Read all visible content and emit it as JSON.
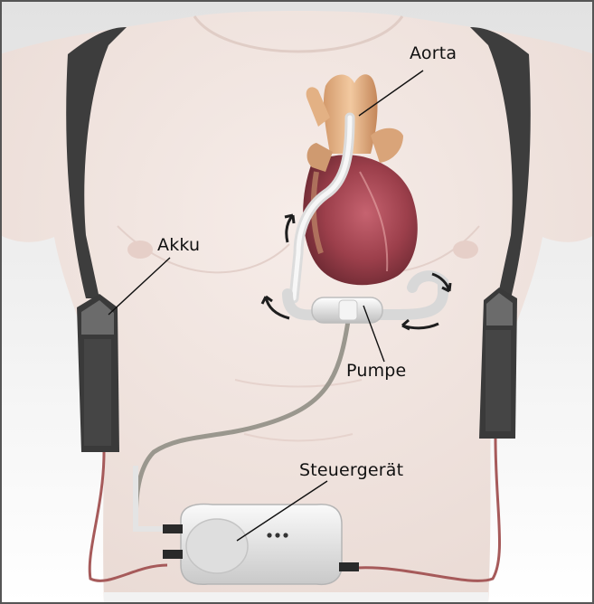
{
  "labels": {
    "aorta": "Aorta",
    "akku": "Akku",
    "pumpe": "Pumpe",
    "steuergeraet": "Steuergerät"
  }
}
